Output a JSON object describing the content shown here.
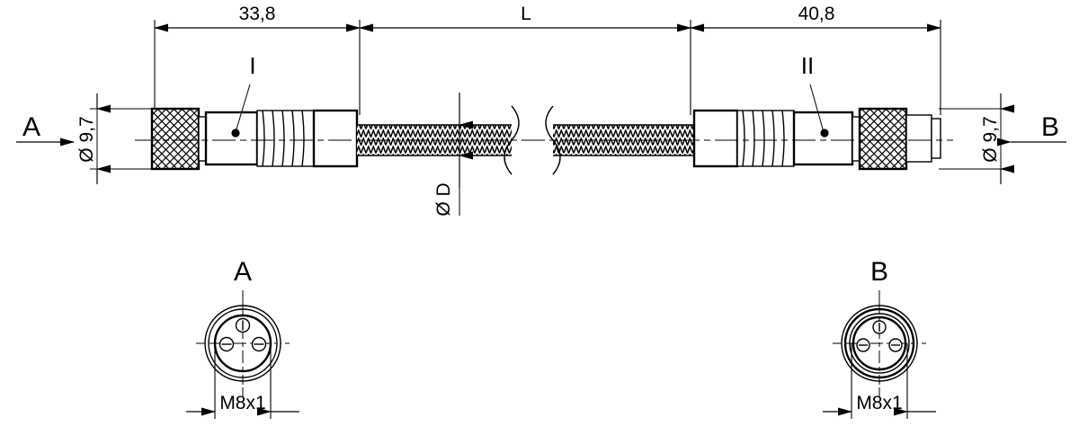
{
  "drawing": {
    "title": "M8x1 double-ended cordset outline drawing",
    "line_color": "#000000",
    "background_color": "#ffffff"
  },
  "dimensions": {
    "left_connector_length": "33,8",
    "cable_length": "L",
    "right_connector_length": "40,8",
    "left_outer_diameter": "Ø 9,7",
    "right_outer_diameter": "Ø 9,7",
    "cable_diameter": "Ø D",
    "thread_view_a": "M8x1",
    "thread_view_b": "M8x1"
  },
  "view_arrows": {
    "left_label": "A",
    "right_label": "B"
  },
  "item_callouts": {
    "left": "I",
    "right": "II"
  },
  "section_views": {
    "view_a": {
      "label": "A",
      "thread": "M8x1",
      "contact_count": 3,
      "style": "socket"
    },
    "view_b": {
      "label": "B",
      "thread": "M8x1",
      "contact_count": 3,
      "style": "socket"
    }
  }
}
